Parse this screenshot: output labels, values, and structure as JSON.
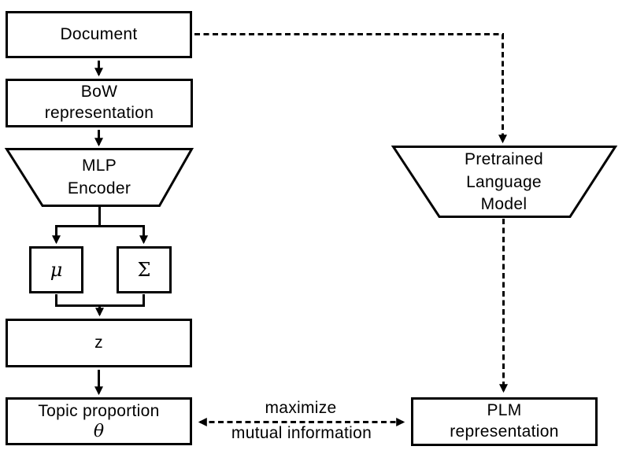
{
  "diagram": {
    "colors": {
      "background": "#ffffff",
      "line": "#000000",
      "text": "#000000"
    },
    "nodes": {
      "document": {
        "label": "Document"
      },
      "bow": {
        "line1": "BoW",
        "line2": "representation"
      },
      "mlp_encoder": {
        "line1": "MLP",
        "line2": "Encoder"
      },
      "mu": {
        "label": "μ"
      },
      "sigma": {
        "label": "Σ"
      },
      "z": {
        "label": "z"
      },
      "topic_proportion": {
        "line1": "Topic proportion",
        "line2": "θ"
      },
      "pretrained_lm": {
        "line1": "Pretrained",
        "line2": "Language",
        "line3": "Model"
      },
      "plm_representation": {
        "line1": "PLM",
        "line2": "representation"
      }
    },
    "edge_labels": {
      "mutual_information_line1": "maximize",
      "mutual_information_line2": "mutual information"
    }
  }
}
